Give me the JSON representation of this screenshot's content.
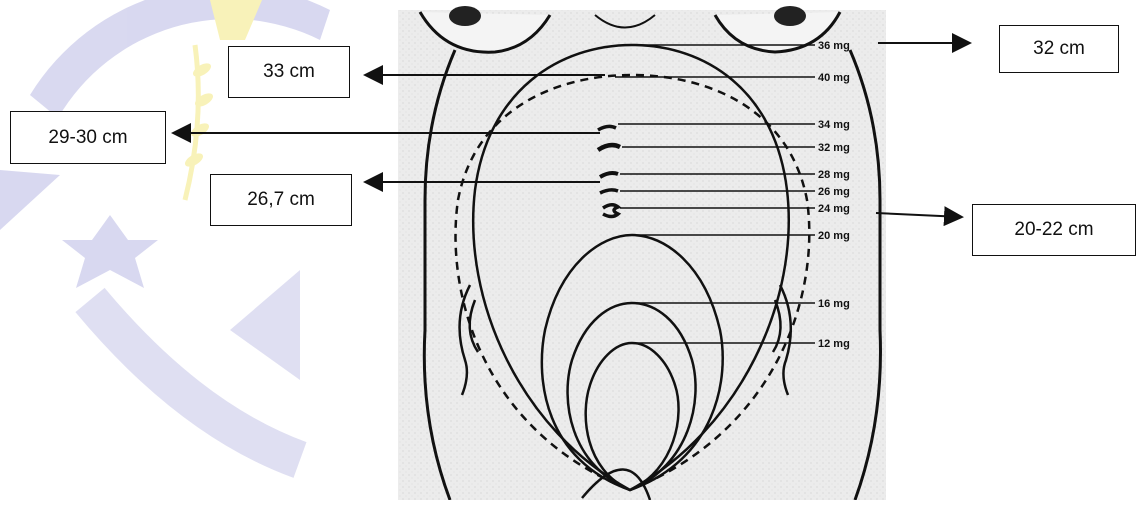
{
  "diagram": {
    "gestation_labels": [
      "36 mg",
      "40 mg",
      "34 mg",
      "32 mg",
      "28 mg",
      "26 mg",
      "24 mg",
      "20 mg",
      "16 mg",
      "12 mg"
    ],
    "measurements": {
      "m36": "32 cm",
      "m40": "33 cm",
      "m34": "29-30 cm",
      "m28": "26,7 cm",
      "m24": "20-22 cm"
    }
  },
  "colors": {
    "ink": "#111111",
    "paper": "#ececec",
    "watermark_purple": "#b9b9e4",
    "watermark_yellow": "#f4e880"
  },
  "icons": [
    "university-logo-watermark",
    "star-icon",
    "laurel-branch-icon"
  ]
}
